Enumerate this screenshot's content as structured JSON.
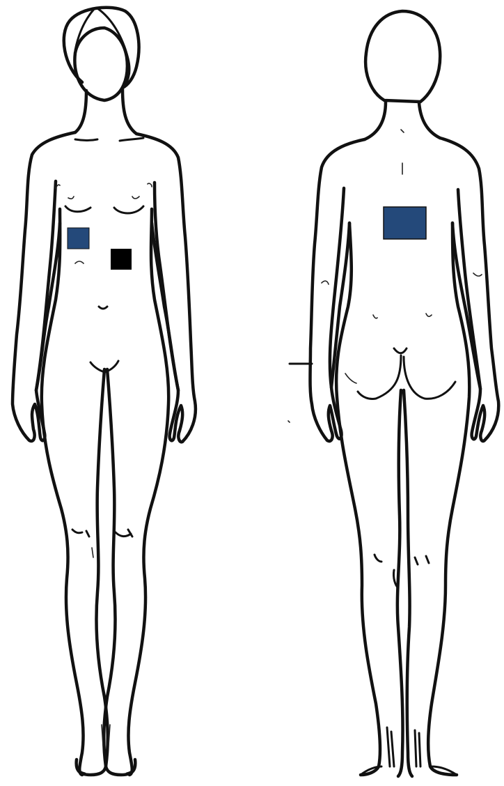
{
  "figures": [
    {
      "id": "front-view",
      "view": "front"
    },
    {
      "id": "back-view",
      "view": "back"
    }
  ],
  "markers": [
    {
      "id": "marker-front-right-abdomen",
      "view": "front",
      "color": "#24497a"
    },
    {
      "id": "marker-front-epigastric",
      "view": "front",
      "color": "#000000"
    },
    {
      "id": "marker-back-mid",
      "view": "back",
      "color": "#24497a"
    }
  ]
}
